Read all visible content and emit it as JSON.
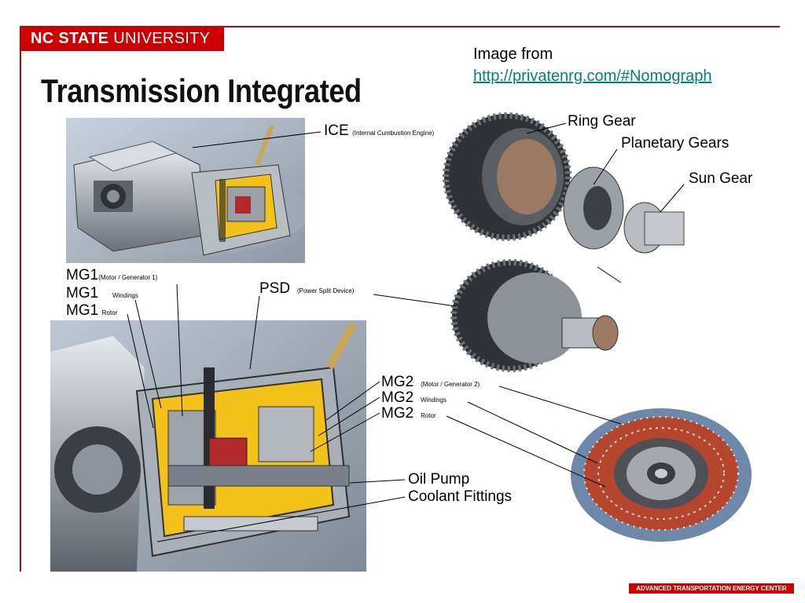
{
  "header": {
    "logo_bold": "NC STATE",
    "logo_regular": " UNIVERSITY",
    "title": "Transmission Integrated"
  },
  "credit": {
    "line1": "Image from",
    "link": "http://privatenrg.com/#Nomograph"
  },
  "labels": {
    "ice": "ICE",
    "ice_sub": "(Internal Cumbustion Engine)",
    "mg1_a": "MG1",
    "mg1_a_sub": "(Motor / Generator 1)",
    "mg1_b": "MG1",
    "mg1_b_sub": "Windings",
    "mg1_c": "MG1",
    "mg1_c_sub": "Rotor",
    "psd": "PSD",
    "psd_sub": "(Power Split Device)",
    "mg2_a": "MG2",
    "mg2_a_sub": "(Motor / Generator 2)",
    "mg2_b": "MG2",
    "mg2_b_sub": "Windings",
    "mg2_c": "MG2",
    "mg2_c_sub": "Rotor",
    "oil_pump": "Oil Pump",
    "coolant": "Coolant Fittings",
    "ring_gear": "Ring Gear",
    "planetary": "Planetary Gears",
    "sun_gear": "Sun Gear"
  },
  "footer": "ADVANCED TRANSPORTATION ENERGY CENTER",
  "colors": {
    "brand_red": "#cc0000",
    "link": "#008080",
    "cutaway_yellow": "#f2c21b",
    "winding_copper": "#b5452c"
  }
}
